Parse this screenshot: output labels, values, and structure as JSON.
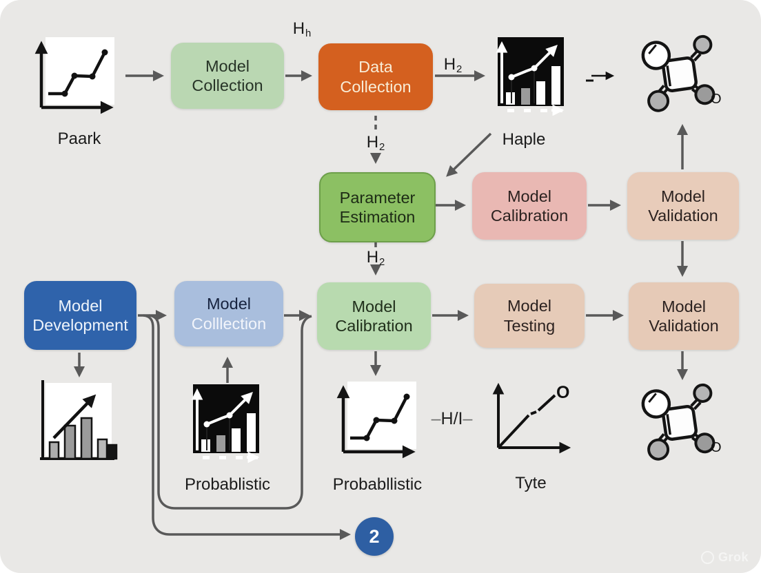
{
  "background": {
    "panel": "#e9e8e6",
    "frame": "#ffffff",
    "arrow_color": "#595959"
  },
  "top_flow": {
    "paark_label": "Paark",
    "hh": {
      "base": "H",
      "sub": "h"
    },
    "model_collection": {
      "line1": "Model",
      "line2": "Collection",
      "bg": "#bad7b2",
      "fg": "#273427"
    },
    "data_collection": {
      "line1": "Data",
      "line2": "Collection",
      "bg": "#d4601f",
      "fg": "#f8ecd6"
    },
    "h2_arrow": {
      "base": "H",
      "sub": "2"
    },
    "haple_label": "Haple"
  },
  "mid_flow": {
    "h2_upper": {
      "base": "H",
      "sub": "2"
    },
    "parameter_estimation": {
      "line1": "Parameter",
      "line2": "Estimation",
      "bg": "#8cc063",
      "border": "#6d9f4a",
      "fg": "#1d2b15"
    },
    "model_calibration": {
      "line1": "Model",
      "line2": "Calibration",
      "bg": "#e9b8b3",
      "fg": "#2c2220"
    },
    "model_validation": {
      "line1": "Model",
      "line2": "Validation",
      "bg": "#e8ccba",
      "fg": "#2c2220"
    },
    "h2_lower": {
      "base": "H",
      "sub": "2"
    }
  },
  "bottom_flow": {
    "model_development": {
      "line1": "Model",
      "line2": "Development",
      "bg": "#2f63ab",
      "fg": "#eef4fb"
    },
    "model_colllection": {
      "line1": "Model",
      "line2": "Colllection",
      "bg": "#a9bedd",
      "fg1": "#17233f",
      "fg2": "#f2f5fb"
    },
    "model_calibration": {
      "line1": "Model",
      "line2": "Calibration",
      "bg": "#b8daaf",
      "fg": "#202f1b"
    },
    "model_testing": {
      "line1": "Model",
      "line2": "Testing",
      "bg": "#e6cbb8",
      "fg": "#2c2220"
    },
    "model_validation": {
      "line1": "Model",
      "line2": "Validation",
      "bg": "#e6cab7",
      "fg": "#2c2220"
    }
  },
  "icon_labels": {
    "probablistic": "Probablistic",
    "probabllistic": "Probabllistic",
    "hi": "H/I",
    "hi_dash": "–",
    "tyte": "Tyte",
    "tyte_point": "O",
    "molecule_atom": "O"
  },
  "loop": {
    "node_label": "2",
    "node_bg": "#2e5fa3"
  },
  "watermark": {
    "text": "Grok"
  }
}
